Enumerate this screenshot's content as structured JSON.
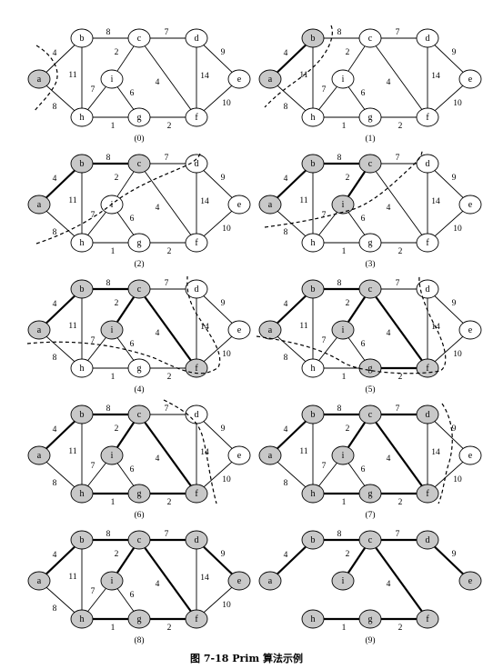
{
  "caption": "图 7-18 Prim 算法示例",
  "colors": {
    "visited_fill": "#c8c8c8",
    "unvisited_fill": "#ffffff",
    "stroke": "#000000"
  },
  "nodes": [
    {
      "id": "a",
      "label": "a"
    },
    {
      "id": "b",
      "label": "b"
    },
    {
      "id": "c",
      "label": "c"
    },
    {
      "id": "d",
      "label": "d"
    },
    {
      "id": "e",
      "label": "e"
    },
    {
      "id": "f",
      "label": "f"
    },
    {
      "id": "g",
      "label": "g"
    },
    {
      "id": "h",
      "label": "h"
    },
    {
      "id": "i",
      "label": "i"
    }
  ],
  "edges": [
    {
      "u": "a",
      "v": "b",
      "w": "4"
    },
    {
      "u": "a",
      "v": "h",
      "w": "8"
    },
    {
      "u": "b",
      "v": "c",
      "w": "8"
    },
    {
      "u": "b",
      "v": "h",
      "w": "11"
    },
    {
      "u": "c",
      "v": "d",
      "w": "7"
    },
    {
      "u": "c",
      "v": "i",
      "w": "2"
    },
    {
      "u": "c",
      "v": "f",
      "w": "4"
    },
    {
      "u": "d",
      "v": "e",
      "w": "9"
    },
    {
      "u": "d",
      "v": "f",
      "w": "14"
    },
    {
      "u": "e",
      "v": "f",
      "w": "10"
    },
    {
      "u": "f",
      "v": "g",
      "w": "2"
    },
    {
      "u": "g",
      "v": "h",
      "w": "1"
    },
    {
      "u": "g",
      "v": "i",
      "w": "6"
    },
    {
      "u": "h",
      "v": "i",
      "w": "7"
    }
  ],
  "steps": [
    {
      "label": "(0)",
      "visited": [
        "a"
      ],
      "tree": []
    },
    {
      "label": "(1)",
      "visited": [
        "a",
        "b"
      ],
      "tree": [
        "a-b"
      ]
    },
    {
      "label": "(2)",
      "visited": [
        "a",
        "b",
        "c"
      ],
      "tree": [
        "a-b",
        "b-c"
      ]
    },
    {
      "label": "(3)",
      "visited": [
        "a",
        "b",
        "c",
        "i"
      ],
      "tree": [
        "a-b",
        "b-c",
        "c-i"
      ]
    },
    {
      "label": "(4)",
      "visited": [
        "a",
        "b",
        "c",
        "i",
        "f"
      ],
      "tree": [
        "a-b",
        "b-c",
        "c-i",
        "c-f"
      ]
    },
    {
      "label": "(5)",
      "visited": [
        "a",
        "b",
        "c",
        "i",
        "f",
        "g"
      ],
      "tree": [
        "a-b",
        "b-c",
        "c-i",
        "c-f",
        "f-g"
      ]
    },
    {
      "label": "(6)",
      "visited": [
        "a",
        "b",
        "c",
        "i",
        "f",
        "g",
        "h"
      ],
      "tree": [
        "a-b",
        "b-c",
        "c-i",
        "c-f",
        "f-g",
        "g-h"
      ]
    },
    {
      "label": "(7)",
      "visited": [
        "a",
        "b",
        "c",
        "i",
        "f",
        "g",
        "h",
        "d"
      ],
      "tree": [
        "a-b",
        "b-c",
        "c-i",
        "c-f",
        "f-g",
        "g-h",
        "c-d"
      ]
    },
    {
      "label": "(8)",
      "visited": [
        "a",
        "b",
        "c",
        "i",
        "f",
        "g",
        "h",
        "d",
        "e"
      ],
      "tree": [
        "a-b",
        "b-c",
        "c-i",
        "c-f",
        "f-g",
        "g-h",
        "c-d",
        "d-e"
      ]
    },
    {
      "label": "(9)",
      "visited": [
        "a",
        "b",
        "c",
        "i",
        "f",
        "g",
        "h",
        "d",
        "e"
      ],
      "tree": [
        "a-b",
        "b-c",
        "c-i",
        "c-f",
        "f-g",
        "g-h",
        "c-d",
        "d-e"
      ],
      "tree_only": true
    }
  ]
}
